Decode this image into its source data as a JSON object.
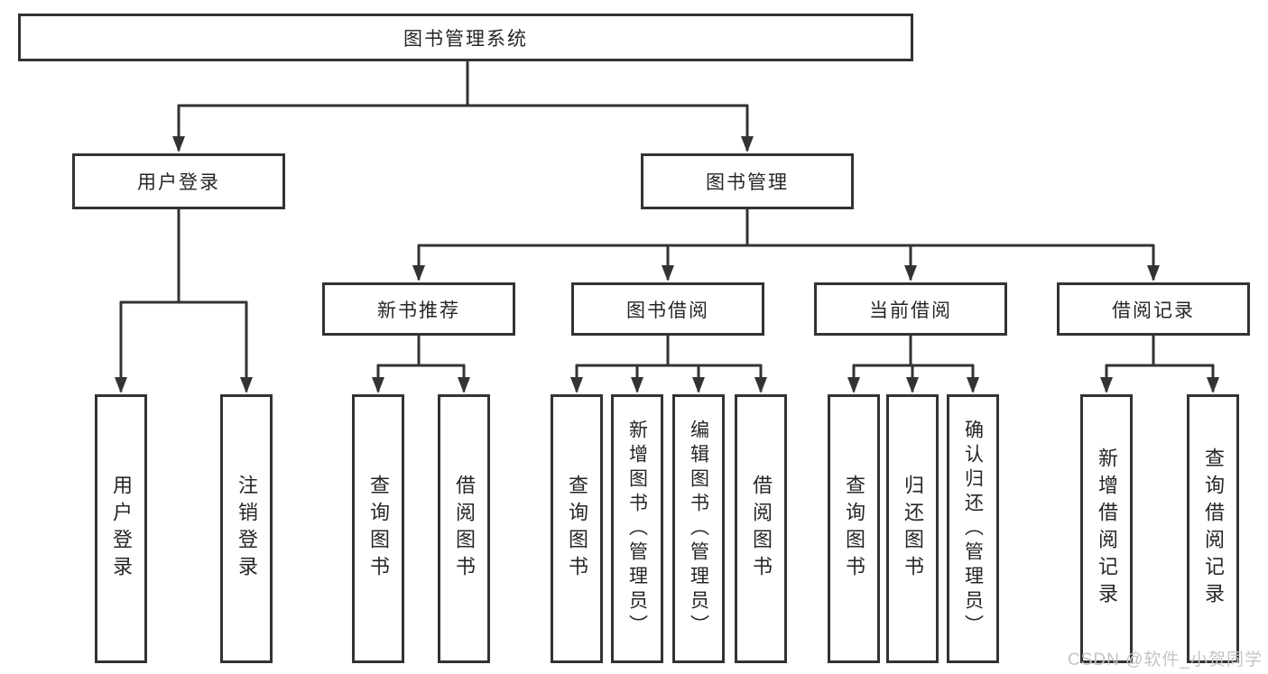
{
  "diagram": {
    "root": {
      "label": "图书管理系统",
      "children": [
        {
          "label": "用户登录",
          "children": [
            {
              "label": "用户登录"
            },
            {
              "label": "注销登录"
            }
          ]
        },
        {
          "label": "图书管理",
          "children": [
            {
              "label": "新书推荐",
              "children": [
                {
                  "label": "查询图书"
                },
                {
                  "label": "借阅图书"
                }
              ]
            },
            {
              "label": "图书借阅",
              "children": [
                {
                  "label": "查询图书"
                },
                {
                  "label": "新增图书（管理员）"
                },
                {
                  "label": "编辑图书（管理员）"
                },
                {
                  "label": "借阅图书"
                }
              ]
            },
            {
              "label": "当前借阅",
              "children": [
                {
                  "label": "查询图书"
                },
                {
                  "label": "归还图书"
                },
                {
                  "label": "确认归还（管理员）"
                }
              ]
            },
            {
              "label": "借阅记录",
              "children": [
                {
                  "label": "新增借阅记录"
                },
                {
                  "label": "查询借阅记录"
                }
              ]
            }
          ]
        }
      ]
    },
    "watermark": "CSDN @软件_小贺同学",
    "colors": {
      "line": "#333333",
      "text": "#262626",
      "watermark": "#c4c4c4",
      "background": "#ffffff"
    }
  }
}
